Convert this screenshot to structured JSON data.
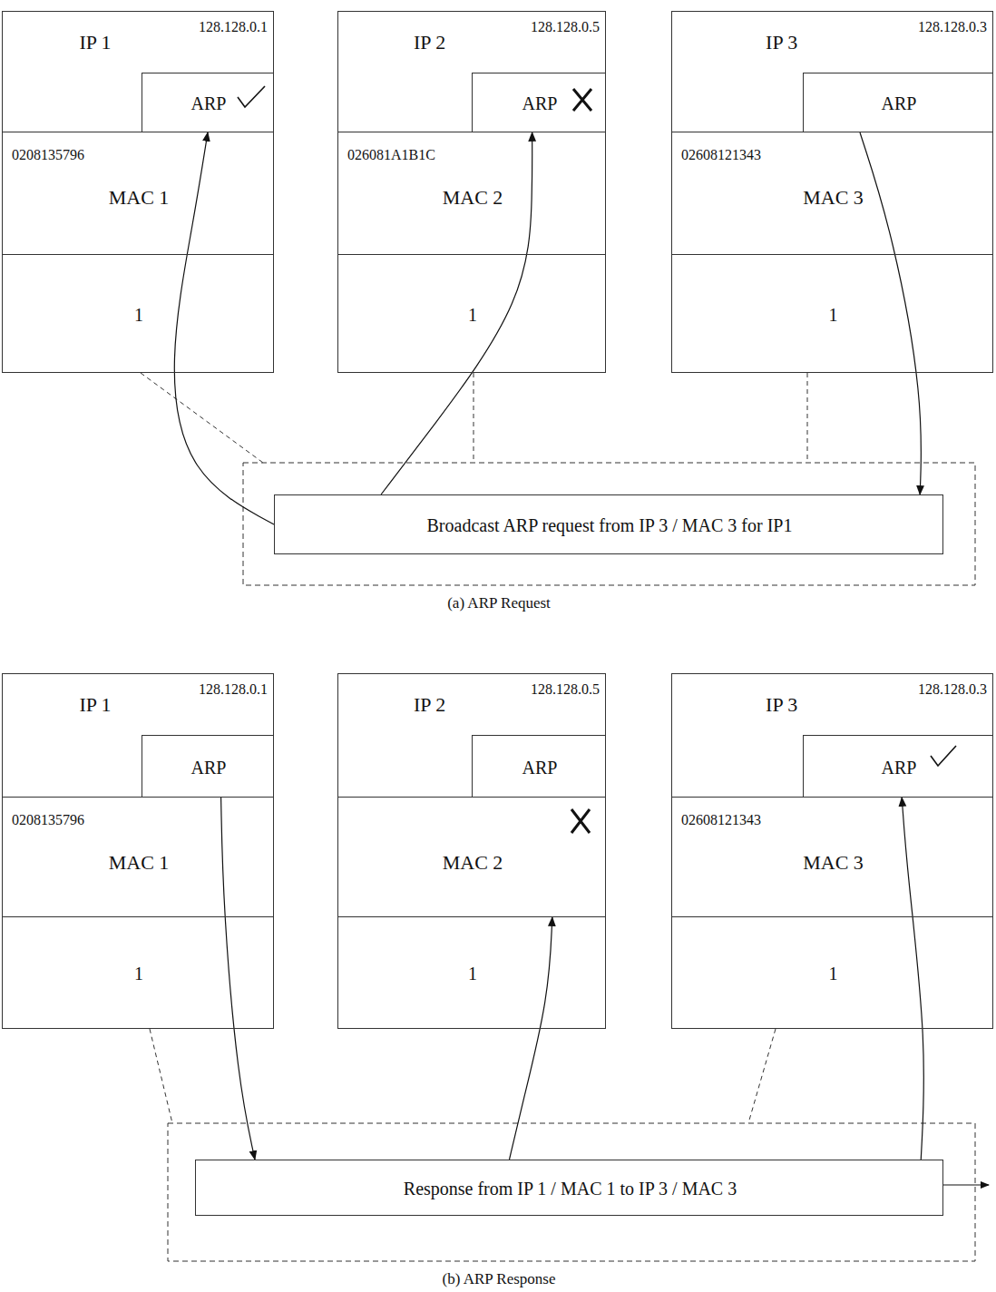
{
  "diagram": {
    "nodes": [
      {
        "text": [
          "IP 1",
          "128.128.0.1"
        ]
      },
      {
        "text": [
          "ARP"
        ],
        "in": 0
      },
      {
        "text": [
          "0208135796",
          "MAC 1"
        ]
      },
      {
        "text": [
          "1"
        ]
      },
      {
        "text": [
          "IP 2",
          "128.128.0.5"
        ]
      },
      {
        "text": [
          "ARP"
        ],
        "in": 4
      },
      {
        "text": [
          "026081A1B1C",
          "MAC 2"
        ]
      },
      {
        "text": [
          "1"
        ]
      },
      {
        "text": [
          "IP 3",
          "128.128.0.3"
        ]
      },
      {
        "text": [
          "ARP"
        ],
        "in": 8
      },
      {
        "text": [
          "02608121343",
          "MAC 3"
        ]
      },
      {
        "text": [
          "1"
        ]
      },
      {
        "text": [
          "Broadcast ARP request from IP 3 / MAC 3 for IP1"
        ]
      },
      {
        "text": [
          "IP 1",
          "128.128.0.1"
        ]
      },
      {
        "text": [
          "ARP"
        ],
        "in": 13
      },
      {
        "text": [
          "0208135796",
          "MAC 1"
        ]
      },
      {
        "text": [
          "1"
        ]
      },
      {
        "text": [
          "IP 2",
          "128.128.0.5"
        ]
      },
      {
        "text": [
          "ARP"
        ],
        "in": 17
      },
      {
        "text": [
          "MAC 2"
        ]
      },
      {
        "text": [
          "1"
        ]
      },
      {
        "text": [
          "IP 3",
          "128.128.0.3"
        ]
      },
      {
        "text": [
          "ARP"
        ],
        "in": 21
      },
      {
        "text": [
          "02608121343",
          "MAC 3"
        ]
      },
      {
        "text": [
          "1"
        ]
      },
      {
        "text": [
          "Response from IP 1 / MAC 1 to IP 3 / MAC 3"
        ]
      }
    ],
    "edges": [
      {
        "from": 12,
        "to": 1,
        "arrow": "to"
      },
      {
        "from": 12,
        "to": 5,
        "arrow": "to"
      },
      {
        "from": 9,
        "to": 12,
        "arrow": "to"
      },
      {
        "from": 14,
        "to": 25,
        "arrow": "to"
      },
      {
        "from": 25,
        "to": 19,
        "arrow": "to"
      },
      {
        "from": 25,
        "to": 22,
        "arrow": "to"
      }
    ],
    "labels": [
      "(a) ARP Request",
      "(b) ARP Response"
    ]
  }
}
